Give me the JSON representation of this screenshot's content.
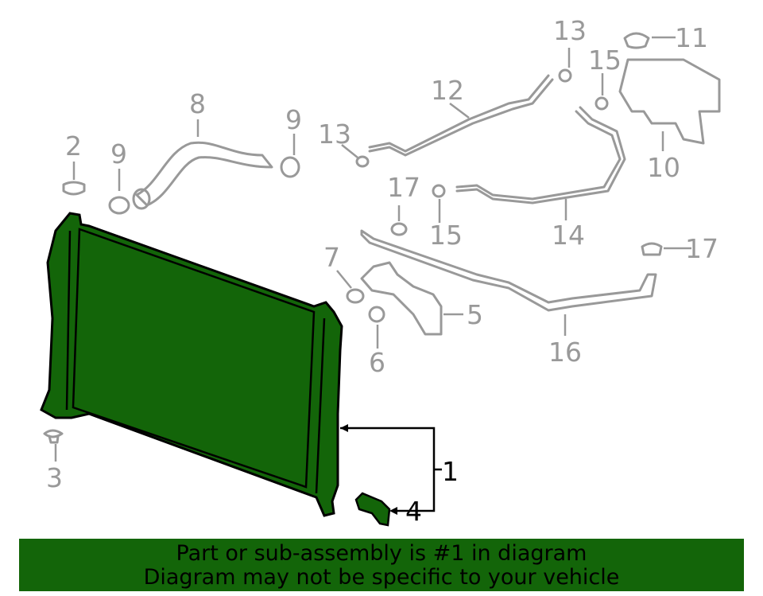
{
  "highlight_color": "#136509",
  "callouts": [
    "1",
    "2",
    "3",
    "4",
    "5",
    "6",
    "7",
    "8",
    "9",
    "9",
    "10",
    "11",
    "12",
    "13",
    "13",
    "14",
    "15",
    "15",
    "16",
    "17",
    "17"
  ],
  "highlighted_callouts": [
    "1",
    "4"
  ],
  "banner": {
    "line1": "Part or sub-assembly is #1 in diagram",
    "line2": "Diagram may not be specific to your vehicle"
  }
}
